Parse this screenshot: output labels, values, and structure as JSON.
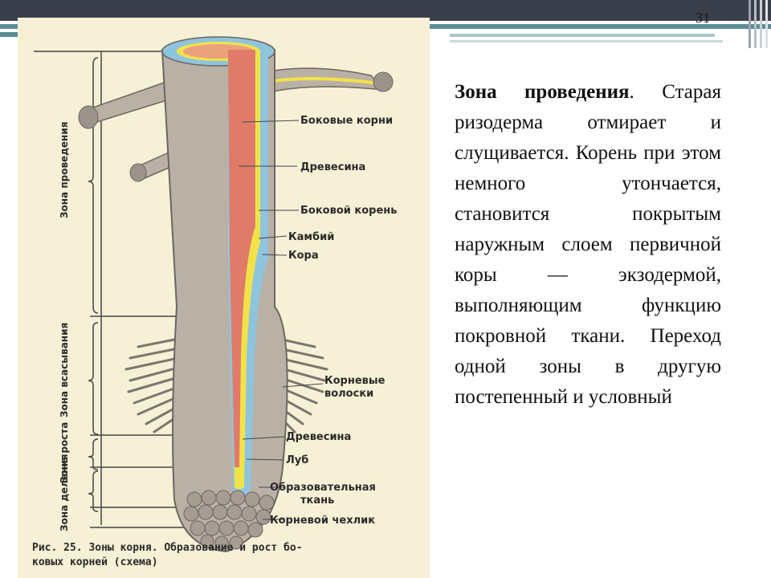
{
  "slide": {
    "number": "31"
  },
  "text": {
    "heading": "Зона проведения",
    "body": ". Старая ризодерма отмирает и слущивается. Корень при этом немного утончается, становится покрытым наружным слоем первичной коры — экзодермой, выполняющим функцию покровной ткани. Переход одной зоны в другую постепенный и условный"
  },
  "figure": {
    "zones": [
      "Зона проведения",
      "Зона всасывания",
      "Зона роста",
      "Зона деления"
    ],
    "labels": {
      "lateral_roots": "Боковые корни",
      "wood_top": "Древесина",
      "lateral_root": "Боковой корень",
      "cambium": "Камбий",
      "cortex": "Кора",
      "root_hairs_1": "Корневые",
      "root_hairs_2": "волоски",
      "wood_bottom": "Древесина",
      "phloem": "Луб",
      "meristem_1": "Образовательная",
      "meristem_2": "ткань",
      "root_cap": "Корневой чехлик"
    },
    "caption_line1": "Рис. 25. Зоны корня. Образование и рост бо-",
    "caption_line2": "ковых корней (схема)"
  },
  "colors": {
    "topbar": "#3a3f4b",
    "accent_teal": "#5c8d96",
    "paper": "#f6f0d6",
    "root_gray": "#b9b0a6",
    "wood_red": "#e07b6a",
    "cambium_yellow": "#f2e24a",
    "cortex_blue": "#8fc4dd"
  }
}
